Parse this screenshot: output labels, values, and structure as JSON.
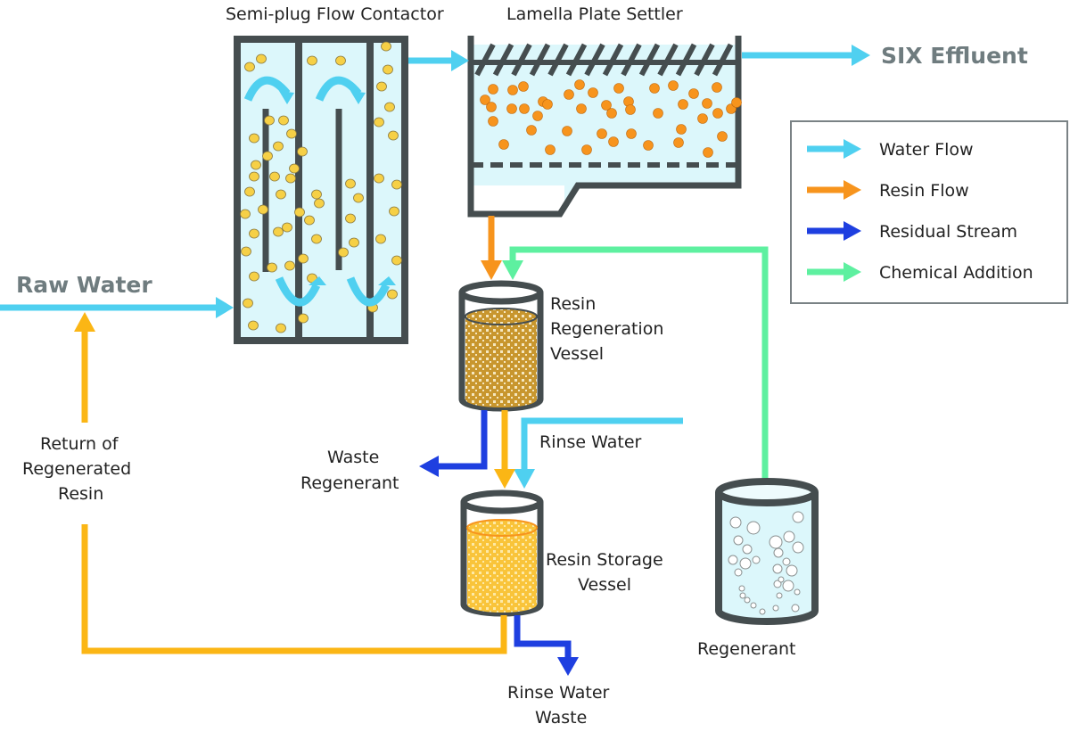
{
  "colors": {
    "water": "#4fd0f0",
    "resin": "#f7941d",
    "resin_return": "#fbb615",
    "residual": "#1e3fe0",
    "chemical": "#5ef0a0",
    "vessel_outline": "#454d4f",
    "water_fill": "#dcf7fb",
    "bead": "#f6d046",
    "settled_bead": "#f7941d",
    "heading_gray": "#6f7c7f"
  },
  "labels": {
    "contactor": "Semi-plug Flow Contactor",
    "settler": "Lamella Plate Settler",
    "effluent": "SIX Effluent",
    "raw_water": "Raw Water",
    "return_line1": "Return of",
    "return_line2": "Regenerated",
    "return_line3": "Resin",
    "regen_vessel_line1": "Resin",
    "regen_vessel_line2": "Regeneration",
    "regen_vessel_line3": "Vessel",
    "waste_regen_line1": "Waste",
    "waste_regen_line2": "Regenerant",
    "rinse_water": "Rinse Water",
    "storage_line1": "Resin Storage",
    "storage_line2": "Vessel",
    "rinse_waste_line1": "Rinse Water",
    "rinse_waste_line2": "Waste",
    "regenerant": "Regenerant"
  },
  "legend": [
    {
      "label": "Water Flow",
      "color": "#4fd0f0"
    },
    {
      "label": "Resin Flow",
      "color": "#f7941d"
    },
    {
      "label": "Residual Stream",
      "color": "#1e3fe0"
    },
    {
      "label": "Chemical Addition",
      "color": "#5ef0a0"
    }
  ]
}
